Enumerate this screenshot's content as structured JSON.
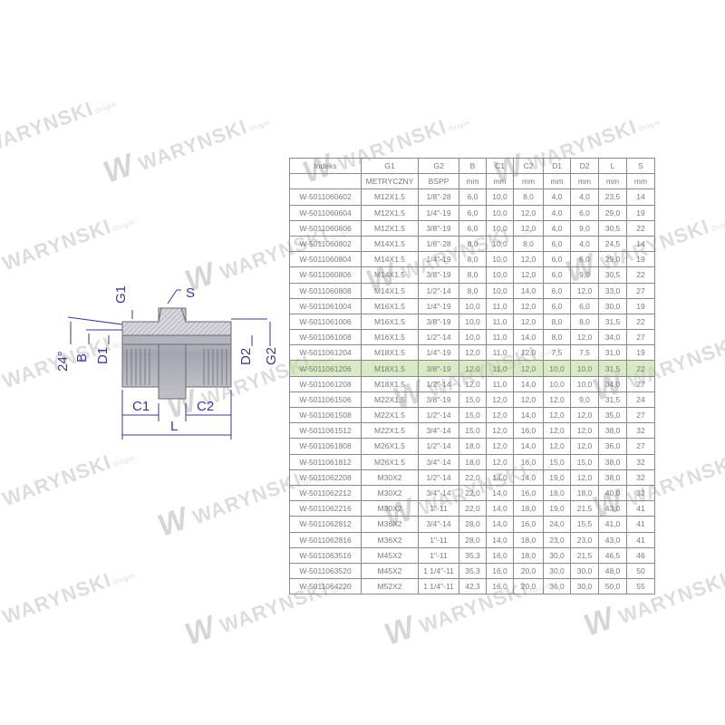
{
  "watermark": {
    "brand": "WARYNSKI",
    "sub": "Origin"
  },
  "drawing": {
    "labels": {
      "g1": "G1",
      "s": "S",
      "angle": "24°",
      "b": "B",
      "d1": "D1",
      "d2": "D2",
      "g2": "G2",
      "c1": "C1",
      "c2": "C2",
      "l": "L"
    }
  },
  "table": {
    "headers": [
      "Indeks",
      "G1",
      "G2",
      "B",
      "C1",
      "C2",
      "D1",
      "D2",
      "L",
      "S"
    ],
    "units": [
      "",
      "METRYCZNY",
      "BSPP",
      "mm",
      "mm",
      "mm",
      "mm",
      "mm",
      "mm",
      "mm"
    ],
    "highlight_row": 11,
    "highlight_color": "#c9e2b3",
    "rows": [
      [
        "W-5011060602",
        "M12X1.5",
        "1/8\"-28",
        "6,0",
        "10,0",
        "8,0",
        "4,0",
        "4,0",
        "23,5",
        "14"
      ],
      [
        "W-5011060604",
        "M12X1.5",
        "1/4\"-19",
        "6,0",
        "10,0",
        "12,0",
        "4,0",
        "6,0",
        "29,0",
        "19"
      ],
      [
        "W-5011060606",
        "M12X1.5",
        "3/8\"-19",
        "6,0",
        "10,0",
        "12,0",
        "4,0",
        "9,0",
        "30,5",
        "22"
      ],
      [
        "W-5011060802",
        "M14X1.5",
        "1/8\"-28",
        "8,0",
        "10,0",
        "8,0",
        "6,0",
        "4,0",
        "24,5",
        "14"
      ],
      [
        "W-5011060804",
        "M14X1.5",
        "1/4\"-19",
        "8,0",
        "10,0",
        "12,0",
        "6,0",
        "6,0",
        "29,0",
        "19"
      ],
      [
        "W-5011060806",
        "M14X1.5",
        "3/8\"-19",
        "8,0",
        "10,0",
        "12,0",
        "6,0",
        "9,0",
        "30,5",
        "22"
      ],
      [
        "W-5011060808",
        "M14X1.5",
        "1/2\"-14",
        "8,0",
        "10,0",
        "14,0",
        "6,0",
        "12,0",
        "33,0",
        "27"
      ],
      [
        "W-5011061004",
        "M16X1.5",
        "1/4\"-19",
        "10,0",
        "11,0",
        "12,0",
        "6,0",
        "6,0",
        "30,0",
        "19"
      ],
      [
        "W-5011061006",
        "M16X1.5",
        "3/8\"-19",
        "10,0",
        "11,0",
        "12,0",
        "8,0",
        "8,0",
        "31,5",
        "22"
      ],
      [
        "W-5011061008",
        "M16X1.5",
        "1/2\"-14",
        "10,0",
        "11,0",
        "14,0",
        "8,0",
        "12,0",
        "34,0",
        "27"
      ],
      [
        "W-5011061204",
        "M18X1.5",
        "1/4\"-19",
        "12,0",
        "11,0",
        "12,0",
        "7,5",
        "7,5",
        "31,0",
        "19"
      ],
      [
        "W-5011061206",
        "M18X1.5",
        "3/8\"-19",
        "12,0",
        "11,0",
        "12,0",
        "10,0",
        "10,0",
        "31,5",
        "22"
      ],
      [
        "W-5011061208",
        "M18X1.5",
        "1/2\"-14",
        "12,0",
        "11,0",
        "14,0",
        "10,0",
        "10,0",
        "34,0",
        "27"
      ],
      [
        "W-5011061506",
        "M22X1.5",
        "3/8\"-19",
        "15,0",
        "12,0",
        "12,0",
        "12,0",
        "9,0",
        "31,5",
        "24"
      ],
      [
        "W-5011061508",
        "M22X1.5",
        "1/2\"-14",
        "15,0",
        "12,0",
        "14,0",
        "12,0",
        "12,0",
        "35,0",
        "27"
      ],
      [
        "W-5011061512",
        "M22X1.5",
        "3/4\"-14",
        "15,0",
        "12,0",
        "16,0",
        "12,0",
        "12,0",
        "38,0",
        "32"
      ],
      [
        "W-5011061808",
        "M26X1.5",
        "1/2\"-14",
        "18,0",
        "12,0",
        "14,0",
        "12,0",
        "12,0",
        "36,0",
        "27"
      ],
      [
        "W-5011061812",
        "M26X1.5",
        "3/4\"-14",
        "18,0",
        "12,0",
        "16,0",
        "15,0",
        "15,0",
        "38,0",
        "32"
      ],
      [
        "W-5011062208",
        "M30X2",
        "1/2\"-14",
        "22,0",
        "14,0",
        "14,0",
        "19,0",
        "12,0",
        "38,0",
        "32"
      ],
      [
        "W-5011062212",
        "M30X2",
        "3/4\"-14",
        "22,0",
        "14,0",
        "16,0",
        "18,0",
        "18,0",
        "40,0",
        "32"
      ],
      [
        "W-5011062216",
        "M30X2",
        "1\"-11",
        "22,0",
        "14,0",
        "18,0",
        "19,0",
        "21,5",
        "43,0",
        "41"
      ],
      [
        "W-5011062812",
        "M36X2",
        "3/4\"-14",
        "28,0",
        "14,0",
        "16,0",
        "24,0",
        "15,5",
        "41,0",
        "41"
      ],
      [
        "W-5011062816",
        "M36X2",
        "1\"-11",
        "28,0",
        "14,0",
        "18,0",
        "23,0",
        "23,0",
        "43,0",
        "41"
      ],
      [
        "W-5011063516",
        "M45X2",
        "1\"-11",
        "35,3",
        "16,0",
        "18,0",
        "30,0",
        "21,5",
        "46,5",
        "46"
      ],
      [
        "W-5011063520",
        "M45X2",
        "1 1/4\"-11",
        "35,3",
        "16,0",
        "20,0",
        "30,0",
        "30,0",
        "48,0",
        "50"
      ],
      [
        "W-5011064220",
        "M52X2",
        "1 1/4\"-11",
        "42,3",
        "16,0",
        "20,0",
        "36,0",
        "30,0",
        "50,0",
        "55"
      ]
    ]
  }
}
